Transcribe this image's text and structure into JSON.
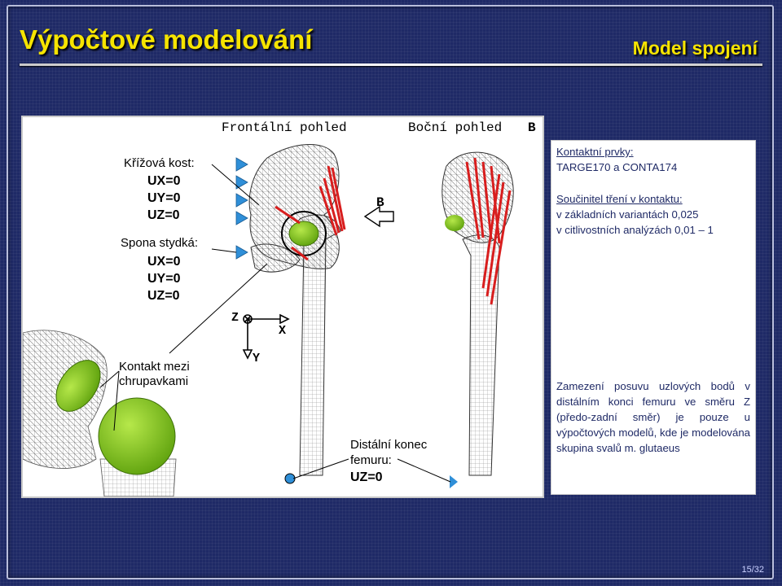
{
  "slide": {
    "title": "Výpočtové modelování",
    "subtitle": "Model spojení",
    "page_number": "15/32"
  },
  "figure": {
    "view_frontal": "Frontální pohled",
    "view_side": "Boční pohled",
    "view_side_letter": "B",
    "arrow_letter": "B",
    "sacrum_label": "Křížová kost:",
    "sacrum_ux": "UX=0",
    "sacrum_uy": "UY=0",
    "sacrum_uz": "UZ=0",
    "symphysis_label": "Spona stydká:",
    "symphysis_ux": "UX=0",
    "symphysis_uy": "UY=0",
    "symphysis_uz": "UZ=0",
    "axis_z": "Z",
    "axis_x": "X",
    "axis_y": "Y",
    "contact_label_1": "Kontakt mezi",
    "contact_label_2": "chrupavkami",
    "distal_label_1": "Distální konec",
    "distal_label_2": "femuru:",
    "distal_uz": "UZ=0",
    "colors": {
      "cartilage": "#7fc31c",
      "muscle": "#d81e1e",
      "constraint": "#2f8fd8"
    }
  },
  "text": {
    "contact_heading": "Kontaktní prvky:",
    "contact_value": "TARGE170 a CONTA174",
    "friction_heading": "Součinitel tření v kontaktu:",
    "friction_line1": "v základních variantách 0,025",
    "friction_line2": "v citlivostních analýzách 0,01 – 1",
    "displacement_paragraph": "Zamezení posuvu uzlových bodů v distálním konci femuru ve směru Z (předo-zadní směr) je pouze u výpočtových modelů, kde je modelována skupina svalů m. glutaeus"
  }
}
